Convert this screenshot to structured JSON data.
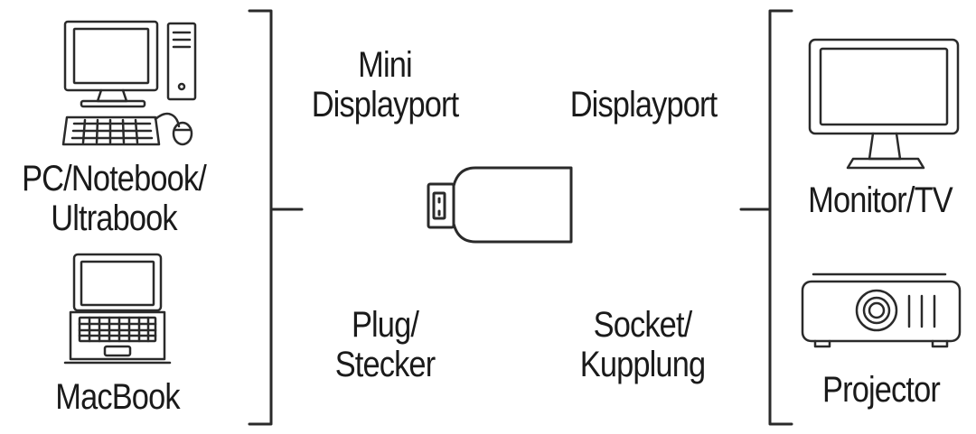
{
  "left": {
    "pc_label": [
      "PC/Notebook/",
      "Ultrabook"
    ],
    "macbook_label": "MacBook"
  },
  "center": {
    "plug_type_label": [
      "Mini",
      "Displayport"
    ],
    "socket_type_label": "Displayport",
    "plug_label": [
      "Plug/",
      "Stecker"
    ],
    "socket_label": [
      "Socket/",
      "Kupplung"
    ]
  },
  "right": {
    "monitor_label": "Monitor/TV",
    "projector_label": "Projector"
  },
  "colors": {
    "stroke": "#2a2a2a",
    "text": "#1a1a1a",
    "background": "#ffffff"
  }
}
